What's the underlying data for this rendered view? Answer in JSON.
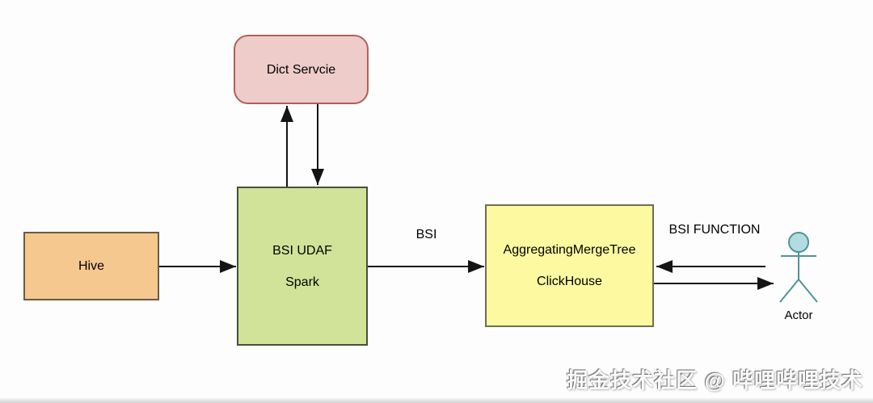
{
  "diagram": {
    "line_color": "#141414",
    "nodes": {
      "dict_service": {
        "label": "Dict Servcie",
        "shape": "rounded-rectangle",
        "fill": "#edccc9",
        "border": "#ae605b"
      },
      "hive": {
        "label": "Hive",
        "shape": "rectangle",
        "fill": "#f5c88f",
        "border": "#6b5b45"
      },
      "spark": {
        "line1": "BSI UDAF",
        "line2": "Spark",
        "shape": "rectangle",
        "fill": "#d1e398",
        "border": "#46503c"
      },
      "clickhouse": {
        "line1": "AggregatingMergeTree",
        "line2": "ClickHouse",
        "shape": "rectangle",
        "fill": "#fcf9a0",
        "border": "#6e6e50"
      }
    },
    "edges": {
      "hive_to_spark": {
        "from": "hive",
        "to": "spark"
      },
      "spark_to_dict": {
        "from": "spark",
        "to": "dict_service"
      },
      "dict_to_spark": {
        "from": "dict_service",
        "to": "spark"
      },
      "spark_to_clickhouse": {
        "from": "spark",
        "to": "clickhouse",
        "label": "BSI"
      },
      "actor_to_clickhouse": {
        "from": "actor",
        "to": "clickhouse",
        "label": "BSI FUNCTION"
      },
      "clickhouse_to_actor": {
        "from": "clickhouse",
        "to": "actor"
      }
    },
    "actor": {
      "label": "Actor",
      "color": "#4f939c",
      "head_fill": "#b3dce1"
    }
  },
  "watermark": {
    "text": "掘金技术社区 @ 哔哩哔哩技术"
  }
}
